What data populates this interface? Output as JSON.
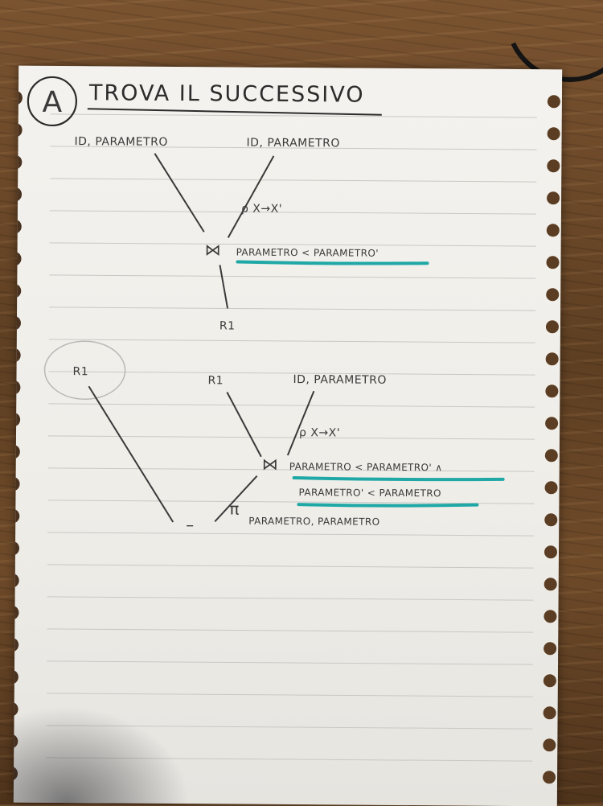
{
  "note": {
    "circled_letter": "A",
    "title": "TROVA IL SUCCESSIVO"
  },
  "diagram_top": {
    "input_left": "ID, PARAMETRO",
    "input_right": "ID, PARAMETRO",
    "rename": "ρ X→X'",
    "join_symbol": "⋈",
    "join_condition": "PARAMETRO < PARAMETRO'",
    "result": "R1"
  },
  "diagram_bottom": {
    "input_far_left": "R1",
    "input_mid": "R1",
    "input_right": "ID, PARAMETRO",
    "rename": "ρ X→X'",
    "join_symbol": "⋈",
    "join_condition_1": "PARAMETRO < PARAMETRO' ∧",
    "join_condition_2": "PARAMETRO' < PARAMETRO",
    "projection_symbol": "π",
    "projection_attrs": "PARAMETRO, PARAMETRO",
    "minus_symbol": "–"
  },
  "colors": {
    "highlight": "#1fa8a6",
    "pencil": "#3a3a3a"
  }
}
